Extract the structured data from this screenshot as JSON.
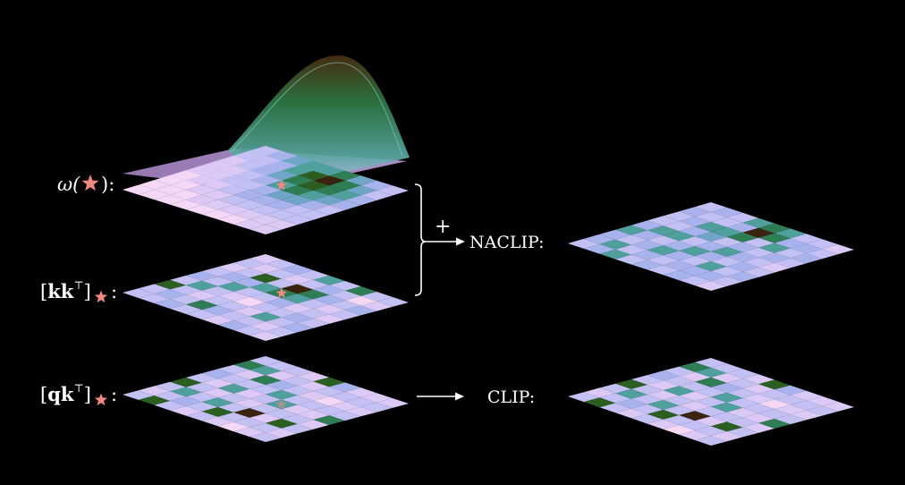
{
  "labels": {
    "omega": {
      "fn": "ω(",
      "close": "):"
    },
    "kk": {
      "open": "[",
      "bold": "kk",
      "sup": "⊤",
      "close": "]",
      "colon": ":"
    },
    "qk": {
      "open": "[",
      "bold": "qk",
      "sup": "⊤",
      "close": "]",
      "colon": ":"
    },
    "plus": "+",
    "naclip": "NACLIP:",
    "clip": "CLIP:"
  },
  "colors": {
    "background": "#000000",
    "star": "#f08a7e",
    "arrow": "#ffffff",
    "cell_palette": {
      "a": "#f4d8f6",
      "b": "#dcc9f6",
      "c": "#c3c0f4",
      "d": "#a8b3ee",
      "e": "#6fa6c8",
      "f": "#4f9f9c",
      "g": "#2f7d55",
      "h": "#2b5f22",
      "i": "#3a2410"
    }
  },
  "icons": {
    "star": "star-icon",
    "arrow": "right-arrow-icon",
    "bracket": "right-brace-icon"
  },
  "grids": {
    "omega": [
      "aaaabbbcc",
      "aaabbbccd",
      "aabbccdde",
      "abbccdeff",
      "abcddfghf",
      "abcdeghig",
      "abcdefgge",
      "bbccdefed",
      "bbcccddcc"
    ],
    "kk": [
      "cchcdcbcb",
      "cdcfcdcbc",
      "dcbcfdhcd",
      "cgcbcfcbc",
      "cdcacgicf",
      "bcbcdfgdc",
      "dcfcbcdcg",
      "cbcdcbcac",
      "bcdcbcdbc"
    ],
    "qk": [
      "cbchcdcgc",
      "hcfcbcbfc",
      "cdcbfcgbc",
      "bcfcbcdcb",
      "chcbcfcbh",
      "bcicfcbcd",
      "acbcbcacb",
      "bchcbcbcb",
      "cbcbgcbcb"
    ],
    "naclip": [
      "cddfdccdc",
      "dfcdfcdcd",
      "fcdcfdfcc",
      "cdfdcefdf",
      "dcdfdcgig",
      "cdcdfdcgf",
      "ddfcdcfdc",
      "cdcdcdcdc",
      "bcdcbcdcb"
    ],
    "clip": [
      "cbchcdcgc",
      "hcfcbcbfc",
      "cdcbfcgbc",
      "bcfcbcdcb",
      "chcbcfcbh",
      "bcicfcbcd",
      "acbcbcacb",
      "bchcbcbcb",
      "cbcbgcbcb"
    ]
  }
}
